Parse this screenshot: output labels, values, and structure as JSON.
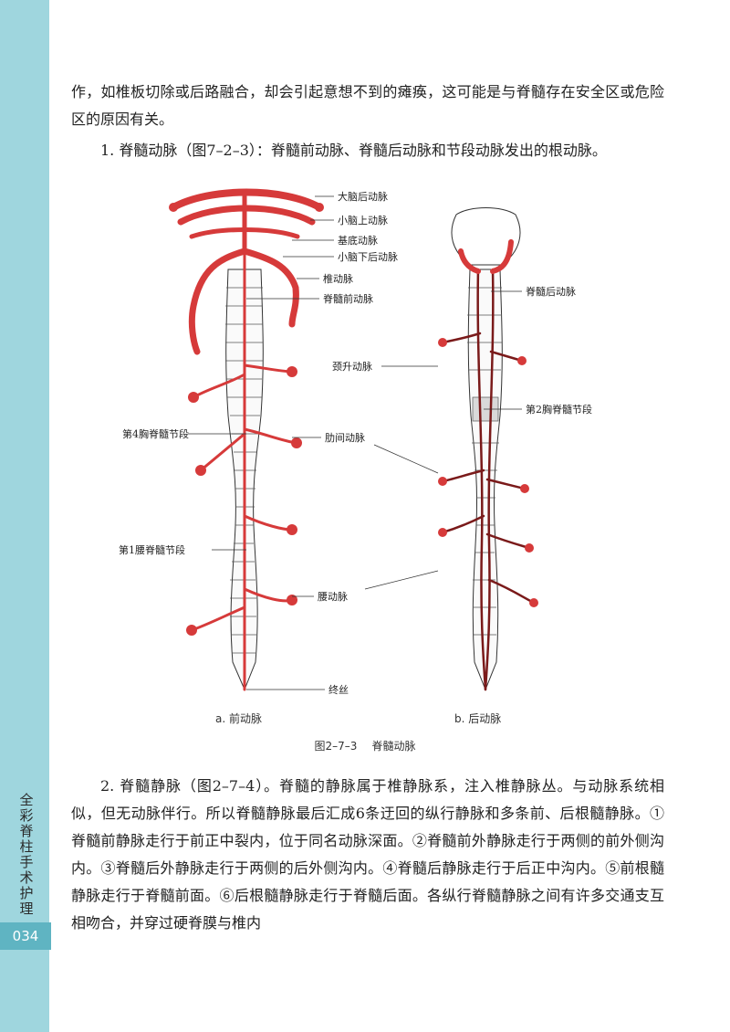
{
  "sidebar": {
    "book_title": "全彩脊柱手术护理",
    "page_number": "034"
  },
  "text": {
    "para1": "作，如椎板切除或后路融合，却会引起意想不到的瘫痪，这可能是与脊髓存在安全区或危险区的原因有关。",
    "para2": "1. 脊髓动脉（图7–2–3）：脊髓前动脉、脊髓后动脉和节段动脉发出的根动脉。",
    "para3": "2. 脊髓静脉（图2–7–4）。脊髓的静脉属于椎静脉系，注入椎静脉丛。与动脉系统相似，但无动脉伴行。所以脊髓静脉最后汇成6条迂回的纵行静脉和多条前、后根髓静脉。①脊髓前静脉走行于前正中裂内，位于同名动脉深面。②脊髓前外静脉走行于两侧的前外侧沟内。③脊髓后外静脉走行于两侧的后外侧沟内。④脊髓后静脉走行于后正中沟内。⑤前根髓静脉走行于脊髓前面。⑥后根髓静脉走行于脊髓后面。各纵行脊髓静脉之间有许多交通支互相吻合，并穿过硬脊膜与椎内"
  },
  "figure": {
    "labels": {
      "dnh": "大脑后动脉",
      "xns": "小脑上动脉",
      "jd": "基底动脉",
      "xnxh": "小脑下后动脉",
      "zd": "椎动脉",
      "jsq": "脊髓前动脉",
      "jsh": "脊髓后动脉",
      "jsd": "颈升动脉",
      "t4": "第4胸脊髓节段",
      "t2": "第2胸脊髓节段",
      "lj": "肋间动脉",
      "l1": "第1腰脊髓节段",
      "yd": "腰动脉",
      "zs": "终丝"
    },
    "sub_a": "a. 前动脉",
    "sub_b": "b. 后动脉",
    "caption_num": "图2–7–3",
    "caption_title": "脊髓动脉"
  },
  "colors": {
    "artery": "#d63a3a",
    "artery_dark": "#7a1a1a",
    "side_tab": "#9fd6de",
    "page_tab": "#5fb4c2"
  }
}
